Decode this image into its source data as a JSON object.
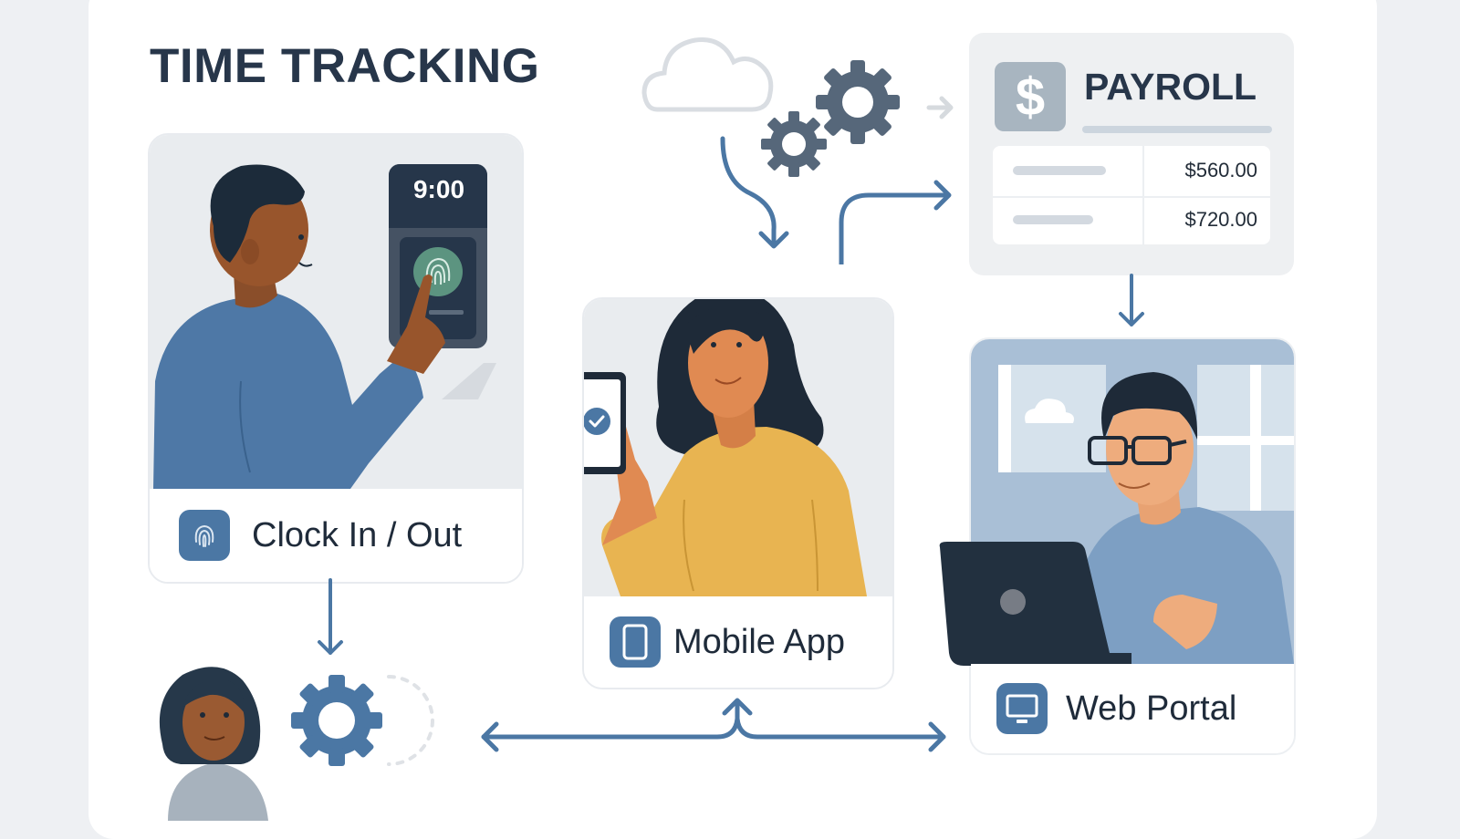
{
  "title": "TIME TRACKING",
  "cards": {
    "clock": {
      "label": "Clock In / Out",
      "icon": "fingerprint-icon",
      "device_time": "9:00"
    },
    "mobile": {
      "label": "Mobile App",
      "icon": "mobile-phone-icon"
    },
    "web": {
      "label": "Web Portal",
      "icon": "monitor-icon"
    }
  },
  "payroll": {
    "title": "PAYROLL",
    "icon": "dollar-icon",
    "rows": [
      {
        "amount": "$560.00"
      },
      {
        "amount": "$720.00"
      }
    ]
  },
  "decorations": {
    "cloud": "cloud-icon",
    "gears": "gears-icon",
    "settings_gear": "gear-icon"
  },
  "colors": {
    "accent": "#4b77a4",
    "title": "#27364a",
    "gear_dark": "#56677a",
    "shirt_yellow": "#e8b451",
    "shirt_blue": "#4e78a6"
  }
}
